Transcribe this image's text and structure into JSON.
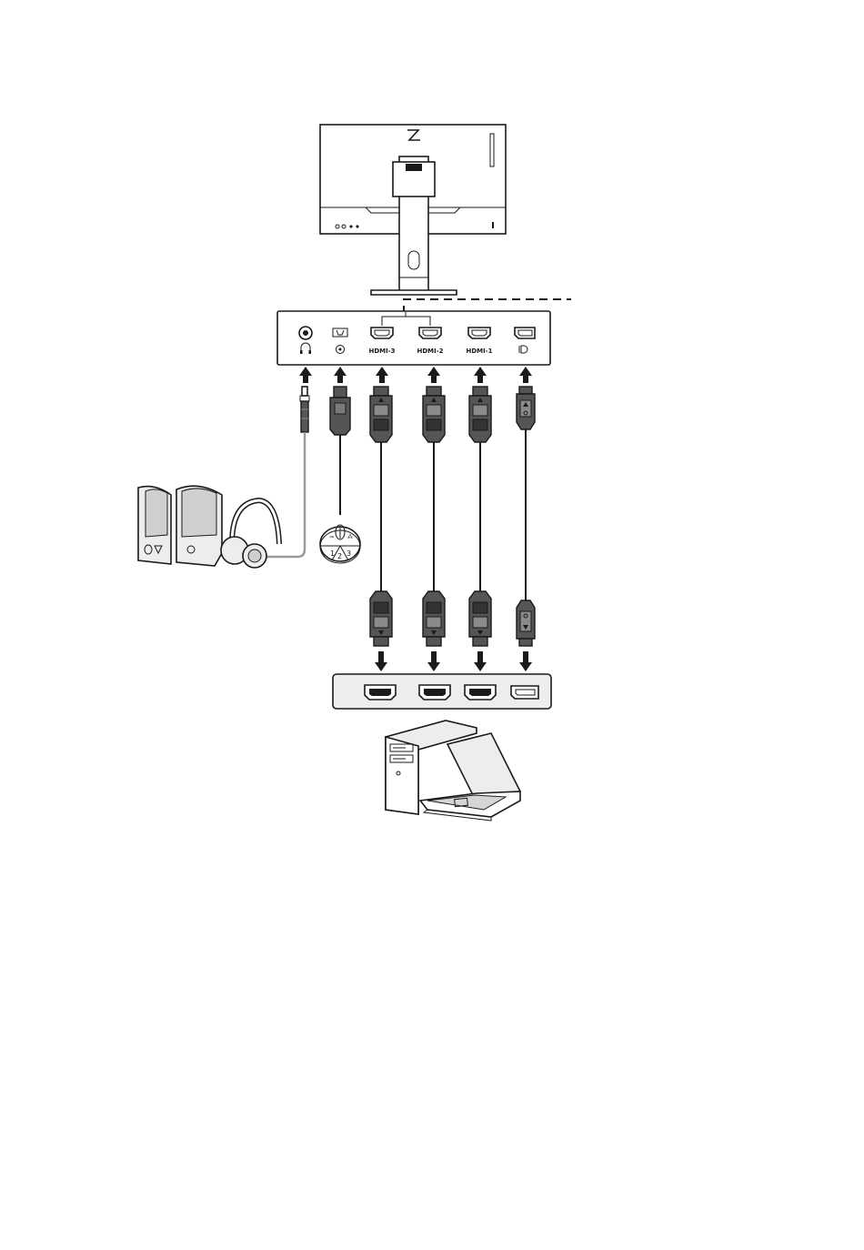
{
  "monitor_ports": [
    {
      "id": "headphone",
      "label": ""
    },
    {
      "id": "usb-service",
      "label": ""
    },
    {
      "id": "hdmi3",
      "label": "HDMI-3"
    },
    {
      "id": "hdmi2",
      "label": "HDMI-2"
    },
    {
      "id": "hdmi1",
      "label": "HDMI-1"
    },
    {
      "id": "displayport",
      "label": ""
    }
  ],
  "pc_ports": [
    "hdmi",
    "hdmi",
    "hdmi",
    "displayport"
  ],
  "controller_keys": [
    "1",
    "2",
    "3"
  ],
  "colors": {
    "stroke": "#1a1a1a",
    "cable_fill": "#555555",
    "panel_fill": "#ededed",
    "audio_cable": "#9a9a9a"
  }
}
